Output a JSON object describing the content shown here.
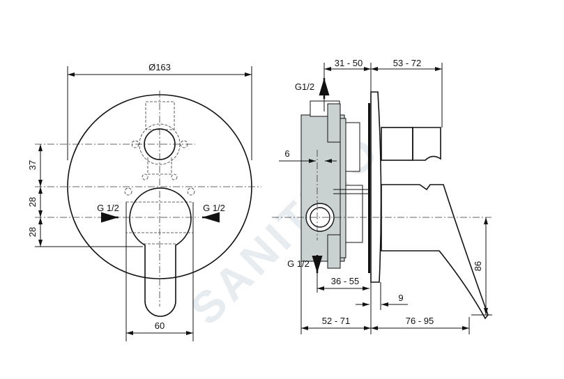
{
  "watermark": "SANITINO",
  "front_view": {
    "diameter_label": "Ø163",
    "dim_37": "37",
    "dim_28_upper": "28",
    "dim_28_lower": "28",
    "dim_60": "60",
    "inlet_left_label": "G 1/2",
    "inlet_right_label": "G 1/2"
  },
  "side_view": {
    "dim_31_50": "31 - 50",
    "dim_53_72": "53 - 72",
    "outlet_top_label": "G1/2",
    "outlet_bottom_label": "G 1/2",
    "dim_6": "6",
    "dim_36_55": "36 - 55",
    "dim_9": "9",
    "dim_52_71": "52 - 71",
    "dim_76_95": "76 - 95",
    "dim_86": "86"
  }
}
